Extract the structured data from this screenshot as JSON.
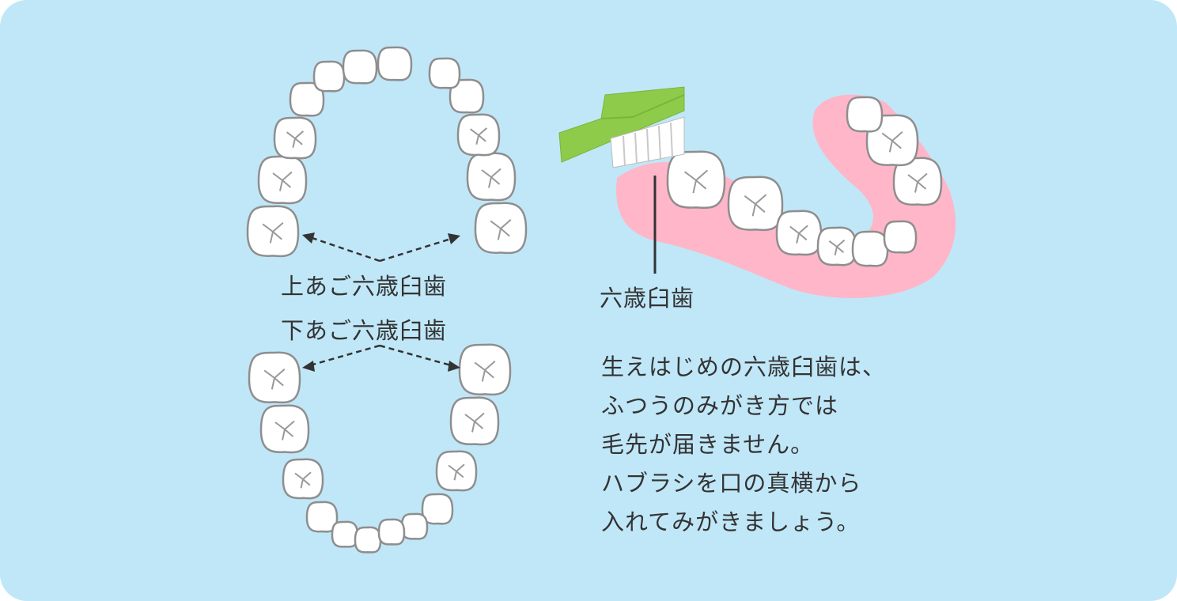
{
  "labels": {
    "upper_molar": "上あご六歳臼歯",
    "lower_molar": "下あご六歳臼歯",
    "side_molar": "六歳臼歯"
  },
  "explanation": [
    "生えはじめの六歳臼歯は、",
    "ふつうのみがき方では",
    "毛先が届きません。",
    "ハブラシを口の真横から",
    "入れてみがきましょう。"
  ],
  "colors": {
    "background": "#c0e7f8",
    "tooth_fill": "#ffffff",
    "tooth_outline": "#8e8e8e",
    "gum": "#ffb6c8",
    "brush_handle": "#8fcb4b",
    "text": "#333333"
  }
}
